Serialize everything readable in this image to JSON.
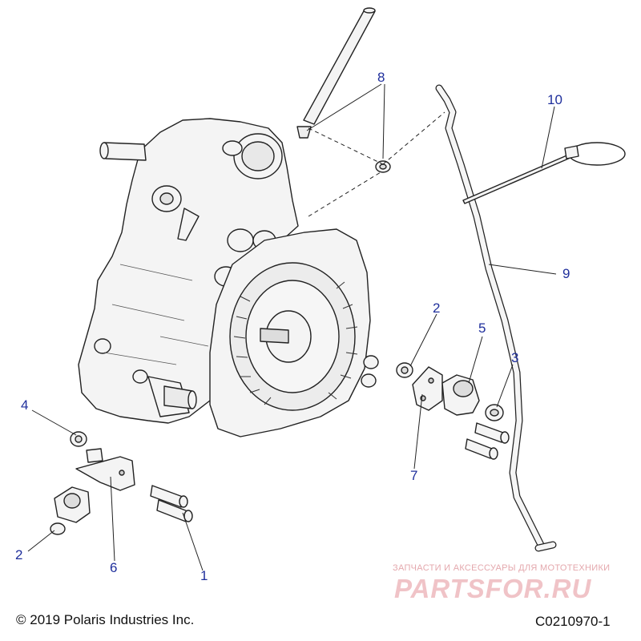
{
  "diagram": {
    "callouts": {
      "c1": "1",
      "c2a": "2",
      "c2b": "2",
      "c3": "3",
      "c4": "4",
      "c5": "5",
      "c6": "6",
      "c7": "7",
      "c8": "8",
      "c9": "9",
      "c10": "10"
    },
    "colors": {
      "callout": "#1f2f9c",
      "line": "#222222",
      "watermark": "#e79aa2"
    }
  },
  "footer": {
    "copyright": "© 2019 Polaris Industries Inc.",
    "drawing_id": "C0210970-1"
  },
  "watermark": {
    "tagline": "ЗАПЧАСТИ И АКСЕССУАРЫ ДЛЯ МОТОТЕХНИКИ",
    "logo": "PARTSFOR.RU"
  }
}
